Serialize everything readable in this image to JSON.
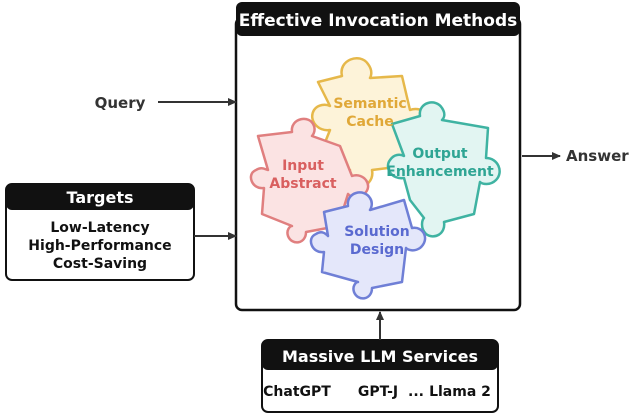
{
  "main_box": {
    "title": "Effective Invocation Methods"
  },
  "inputs": {
    "query": "Query",
    "answer": "Answer"
  },
  "targets": {
    "title": "Targets",
    "items": [
      "Low-Latency",
      "High-Performance",
      "Cost-Saving"
    ]
  },
  "services": {
    "title": "Massive LLM Services",
    "items": [
      "ChatGPT",
      "GPT-J",
      "...",
      "Llama 2"
    ]
  },
  "puzzle": {
    "semantic_cache": [
      "Semantic",
      "Cache"
    ],
    "input_abstract": [
      "Input",
      "Abstract"
    ],
    "output_enhancement": [
      "Output",
      "Enhancement"
    ],
    "solution_design": [
      "Solution",
      "Design"
    ]
  },
  "colors": {
    "semantic_cache": "#e6b84a",
    "input_abstract": "#e07f7f",
    "output_enhancement": "#3fb3a2",
    "solution_design": "#6f7fd6",
    "dark": "#111111",
    "arrow": "#333333"
  }
}
